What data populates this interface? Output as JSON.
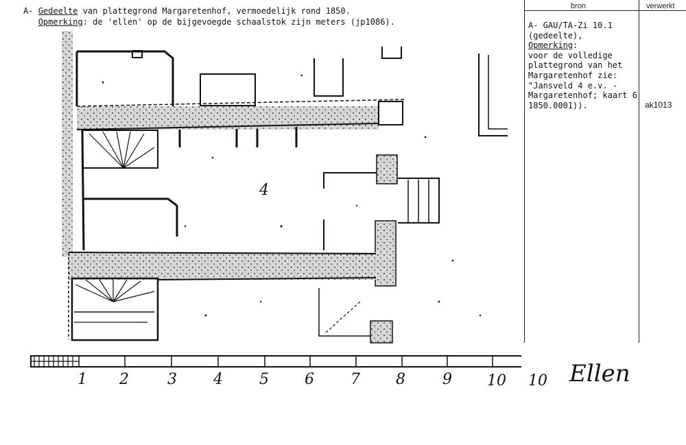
{
  "caption": {
    "prefix": "A- ",
    "line1_underlined": "Gedeelte",
    "line1_rest": " van plattegrond Margaretenhof, vermoedelijk rond 1850.",
    "line2_underlined": "Opmerking",
    "line2_rest": ": de 'ellen' op de bijgevoegde schaalstok zijn meters (jp1086)."
  },
  "table": {
    "header_bron": "bron",
    "header_verwerkt": "verwerkt",
    "bron_line1": "A- GAU/TA-Zi 10.1",
    "bron_line2": "(gedeelte),",
    "bron_line3_underlined": "Opmerking",
    "bron_line3_rest": ":",
    "bron_line4": "voor de volledige",
    "bron_line5": "plattegrond van het",
    "bron_line6": "Margaretenhof zie:",
    "bron_line7": "\"Jansveld 4 e.v. -",
    "bron_line8": "Margaretenhof; kaart 6",
    "bron_line9": "1850.0001)).",
    "verwerkt_value": "ak1013"
  },
  "plan": {
    "room_label": "4",
    "scale_numbers": [
      "1",
      "2",
      "3",
      "4",
      "5",
      "6",
      "7",
      "8",
      "9",
      "10"
    ],
    "signature": "Ellen"
  }
}
